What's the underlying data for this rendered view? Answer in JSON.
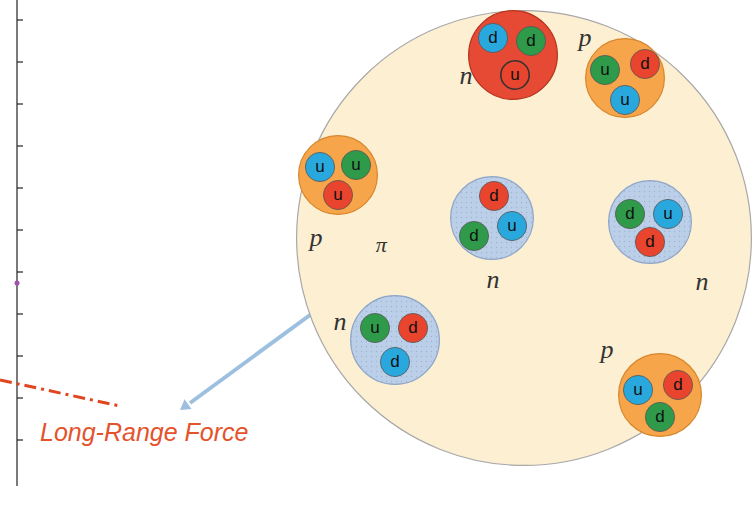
{
  "diagram": {
    "nodes": [
      {
        "text": []
      },
      {
        "text": [
          "n"
        ],
        "in": 0
      },
      {
        "text": [
          "d"
        ],
        "in": 1
      },
      {
        "text": [
          "d"
        ],
        "in": 1
      },
      {
        "text": [
          "u"
        ],
        "in": 1
      },
      {
        "text": [
          "p"
        ],
        "in": 0
      },
      {
        "text": [
          "u"
        ],
        "in": 5
      },
      {
        "text": [
          "d"
        ],
        "in": 5
      },
      {
        "text": [
          "u"
        ],
        "in": 5
      },
      {
        "text": [
          "p"
        ],
        "in": 0
      },
      {
        "text": [
          "u"
        ],
        "in": 9
      },
      {
        "text": [
          "u"
        ],
        "in": 9
      },
      {
        "text": [
          "u"
        ],
        "in": 9
      },
      {
        "text": [
          "n"
        ],
        "in": 0
      },
      {
        "text": [
          "d"
        ],
        "in": 13
      },
      {
        "text": [
          "u"
        ],
        "in": 13
      },
      {
        "text": [
          "d"
        ],
        "in": 13
      },
      {
        "text": [
          "n"
        ],
        "in": 0
      },
      {
        "text": [
          "d"
        ],
        "in": 17
      },
      {
        "text": [
          "u"
        ],
        "in": 17
      },
      {
        "text": [
          "d"
        ],
        "in": 17
      },
      {
        "text": [
          "n"
        ],
        "in": 0
      },
      {
        "text": [
          "u"
        ],
        "in": 21
      },
      {
        "text": [
          "d"
        ],
        "in": 21
      },
      {
        "text": [
          "d"
        ],
        "in": 21
      },
      {
        "text": [
          "p"
        ],
        "in": 0
      },
      {
        "text": [
          "u"
        ],
        "in": 25
      },
      {
        "text": [
          "d"
        ],
        "in": 25
      },
      {
        "text": [
          "d"
        ],
        "in": 25
      }
    ],
    "edges": [
      {
        "from": 9,
        "to": 21,
        "label": "π",
        "arrow": "none"
      }
    ],
    "labels": [
      "Long-Range Force"
    ]
  }
}
